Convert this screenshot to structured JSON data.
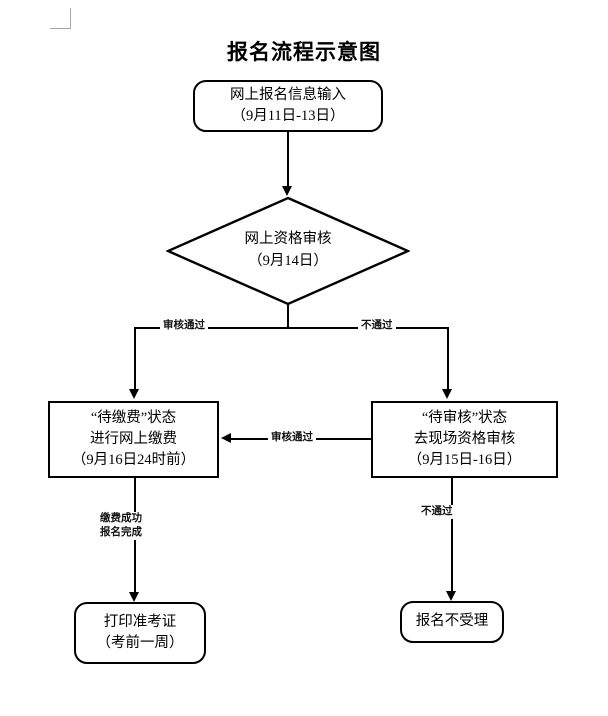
{
  "title": "报名流程示意图",
  "nodes": {
    "input": {
      "shape": "rounded-rectangle",
      "line1": "网上报名信息输入",
      "line2": "（9月11日-13日）"
    },
    "online_review": {
      "shape": "diamond",
      "line1": "网上资格审核",
      "line2": "（9月14日）"
    },
    "pending_payment": {
      "shape": "rectangle",
      "line1": "“待缴费”状态",
      "line2": "进行网上缴费",
      "line3": "（9月16日24时前）"
    },
    "pending_review": {
      "shape": "rectangle",
      "line1": "“待审核”状态",
      "line2": "去现场资格审核",
      "line3": "（9月15日-16日）"
    },
    "print_ticket": {
      "shape": "rounded-rectangle",
      "line1": "打印准考证",
      "line2": "（考前一周）"
    },
    "rejected": {
      "shape": "rounded-rectangle",
      "line1": "报名不受理"
    }
  },
  "edges": {
    "review_pass_left": "审核通过",
    "review_fail_right": "不通过",
    "onsite_pass": "审核通过",
    "payment_success_line1": "缴费成功",
    "payment_success_line2": "报名完成",
    "onsite_fail": "不通过"
  },
  "colors": {
    "stroke": "#000000",
    "text": "#000000",
    "background": "#ffffff",
    "corner_guide": "#a6a6a6"
  }
}
